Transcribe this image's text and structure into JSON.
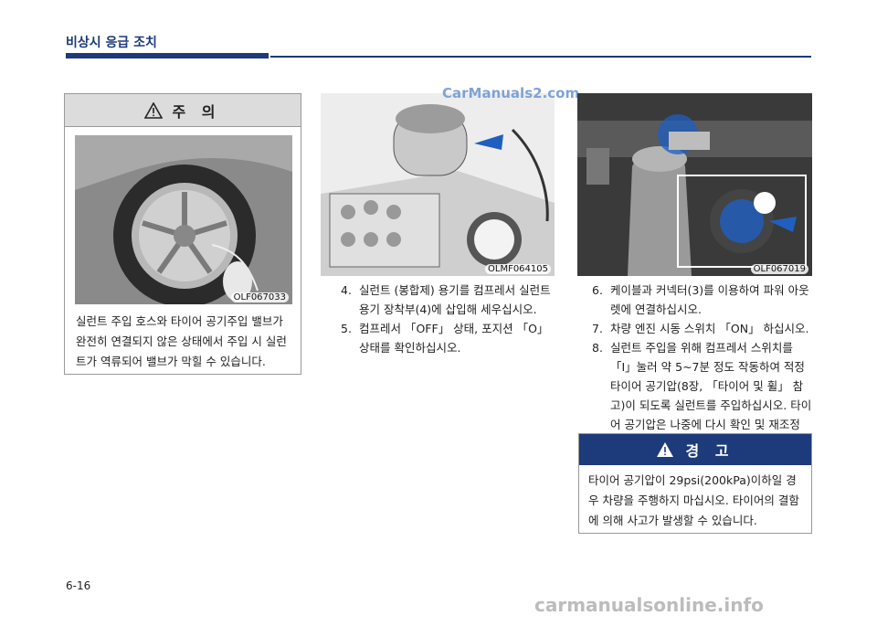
{
  "header": {
    "title": "비상시 응급 조치"
  },
  "caution": {
    "title": "주 의",
    "image_code": "OLF067033",
    "text": "실런트 주입 호스와 타이어 공기주입 밸브가 완전히 연결되지 않은 상태에서 주입 시 실런트가 역류되어 밸브가 막힐 수 있습니다."
  },
  "middle": {
    "image_code": "OLMF064105",
    "steps": [
      {
        "num": "4.",
        "text": "실런트 (봉합제) 용기를 컴프레서 실런트 용기 장착부(4)에 삽입해 세우십시오."
      },
      {
        "num": "5.",
        "text": "컴프레서 「OFF」 상태, 포지션 「O」 상태를 확인하십시오."
      }
    ]
  },
  "right": {
    "image_code": "OLF067019",
    "steps": [
      {
        "num": "6.",
        "text": "케이블과 커넥터(3)를 이용하여 파워 아웃렛에 연결하십시오."
      },
      {
        "num": "7.",
        "text": "차량 엔진 시동 스위치 「ON」 하십시오."
      },
      {
        "num": "8.",
        "text": "실런트 주입을 위해 컴프레서 스위치를 「I」눌러 약 5~7분 정도 작동하여 적정 타이어 공기압(8장, 「타이어 및 휠」 참고)이 되도록 실런트를 주입하십시오. 타이어 공기압은 나중에 다시 확인 및 재조정 하십시오."
      }
    ]
  },
  "warning": {
    "title": "경 고",
    "text": "타이어 공기압이 29psi(200kPa)이하일 경우 차량을 주행하지 마십시오. 타이어의 결함에 의해 사고가 발생할 수 있습니다."
  },
  "watermark": "CarManuals2.com",
  "footer": {
    "page_number": "6-16",
    "site": "carmanualsonline.info"
  },
  "colors": {
    "brand": "#1d3a7a",
    "caution_head": "#dcdcdc",
    "watermark": "#7fa3d6"
  }
}
